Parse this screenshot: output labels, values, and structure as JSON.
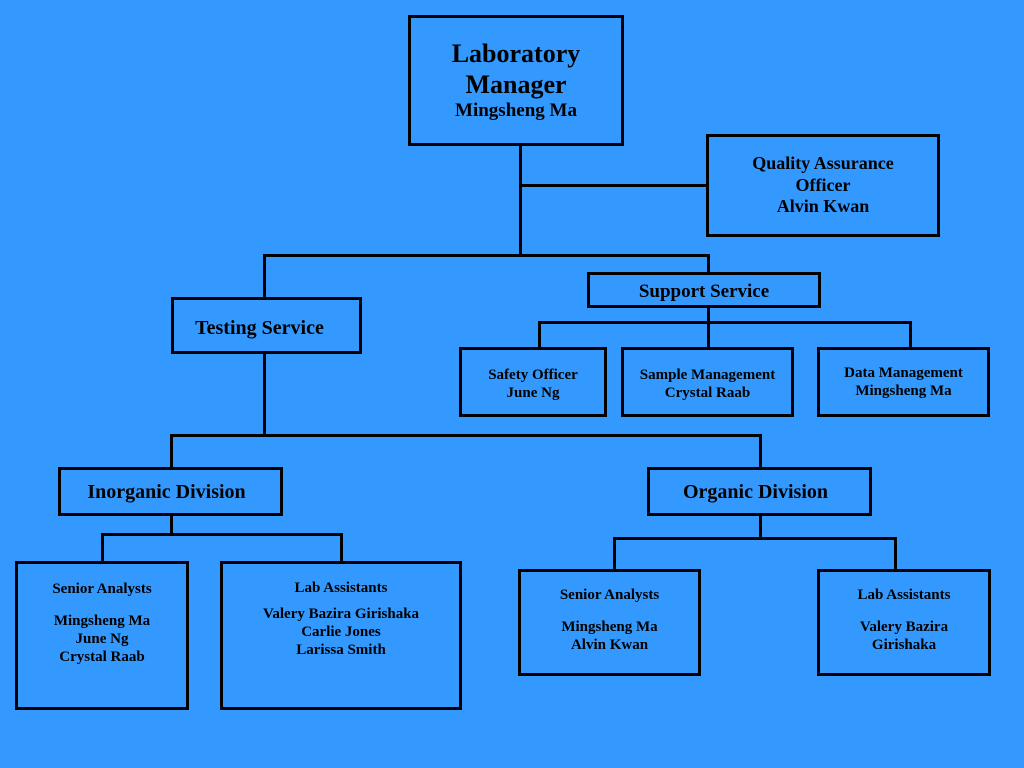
{
  "colors": {
    "background": "#3399ff",
    "line": "#000000"
  },
  "lab_manager": {
    "title_line1": "Laboratory",
    "title_line2": "Manager",
    "name": "Mingsheng Ma"
  },
  "qa_officer": {
    "title_line1": "Quality Assurance",
    "title_line2": "Officer",
    "name": "Alvin Kwan"
  },
  "support_service": {
    "title": "Support Service"
  },
  "testing_service": {
    "title": "Testing Service"
  },
  "safety_officer": {
    "title": "Safety Officer",
    "name": "June Ng"
  },
  "sample_management": {
    "title": "Sample Management",
    "name": "Crystal Raab"
  },
  "data_management": {
    "title": "Data Management",
    "name": "Mingsheng Ma"
  },
  "inorganic_division": {
    "title": "Inorganic Division"
  },
  "organic_division": {
    "title": "Organic Division"
  },
  "inorganic_senior": {
    "title": "Senior Analysts",
    "names": [
      "Mingsheng Ma",
      "June Ng",
      "Crystal Raab"
    ]
  },
  "inorganic_lab": {
    "title": "Lab Assistants",
    "names": [
      "Valery Bazira Girishaka",
      "Carlie Jones",
      "Larissa Smith"
    ]
  },
  "organic_senior": {
    "title": "Senior Analysts",
    "names": [
      "Mingsheng Ma",
      "Alvin Kwan"
    ]
  },
  "organic_lab": {
    "title": "Lab Assistants",
    "names": [
      "Valery Bazira",
      "Girishaka"
    ]
  }
}
